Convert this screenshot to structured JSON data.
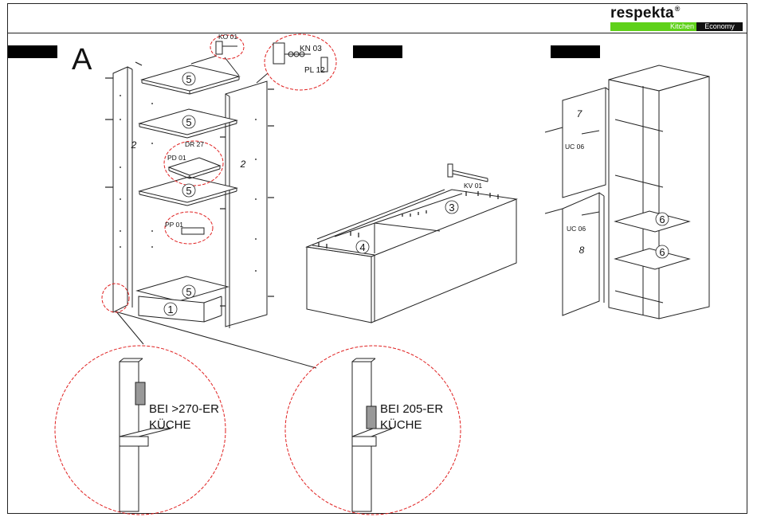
{
  "brand": {
    "name": "respekta",
    "registered": "®",
    "tag_green": "Kitchen",
    "tag_black": "Economy",
    "green_color": "#5fd11a"
  },
  "step_letter": "A",
  "parts": {
    "ko": "KO 01",
    "kn": "KN 03",
    "pl": "PL 12",
    "dr": "DR 27",
    "pd": "PD 01",
    "pp": "PP 01",
    "kv": "KV 01",
    "uc_top": "UC 06",
    "uc_bottom": "UC 06"
  },
  "numbers": {
    "n5a": "5",
    "n5b": "5",
    "n5c": "5",
    "n5d": "5",
    "n1": "1",
    "n2a": "2",
    "n2b": "2",
    "n3": "3",
    "n4": "4",
    "n6a": "6",
    "n6b": "6",
    "n7": "7",
    "n8": "8"
  },
  "callouts": {
    "left_line1": "BEI >270-ER",
    "left_line2": "KÜCHE",
    "right_line1": "BEI 205-ER",
    "right_line2": "KÜCHE"
  },
  "colors": {
    "line": "#222222",
    "detail_circle": "#e02020"
  }
}
